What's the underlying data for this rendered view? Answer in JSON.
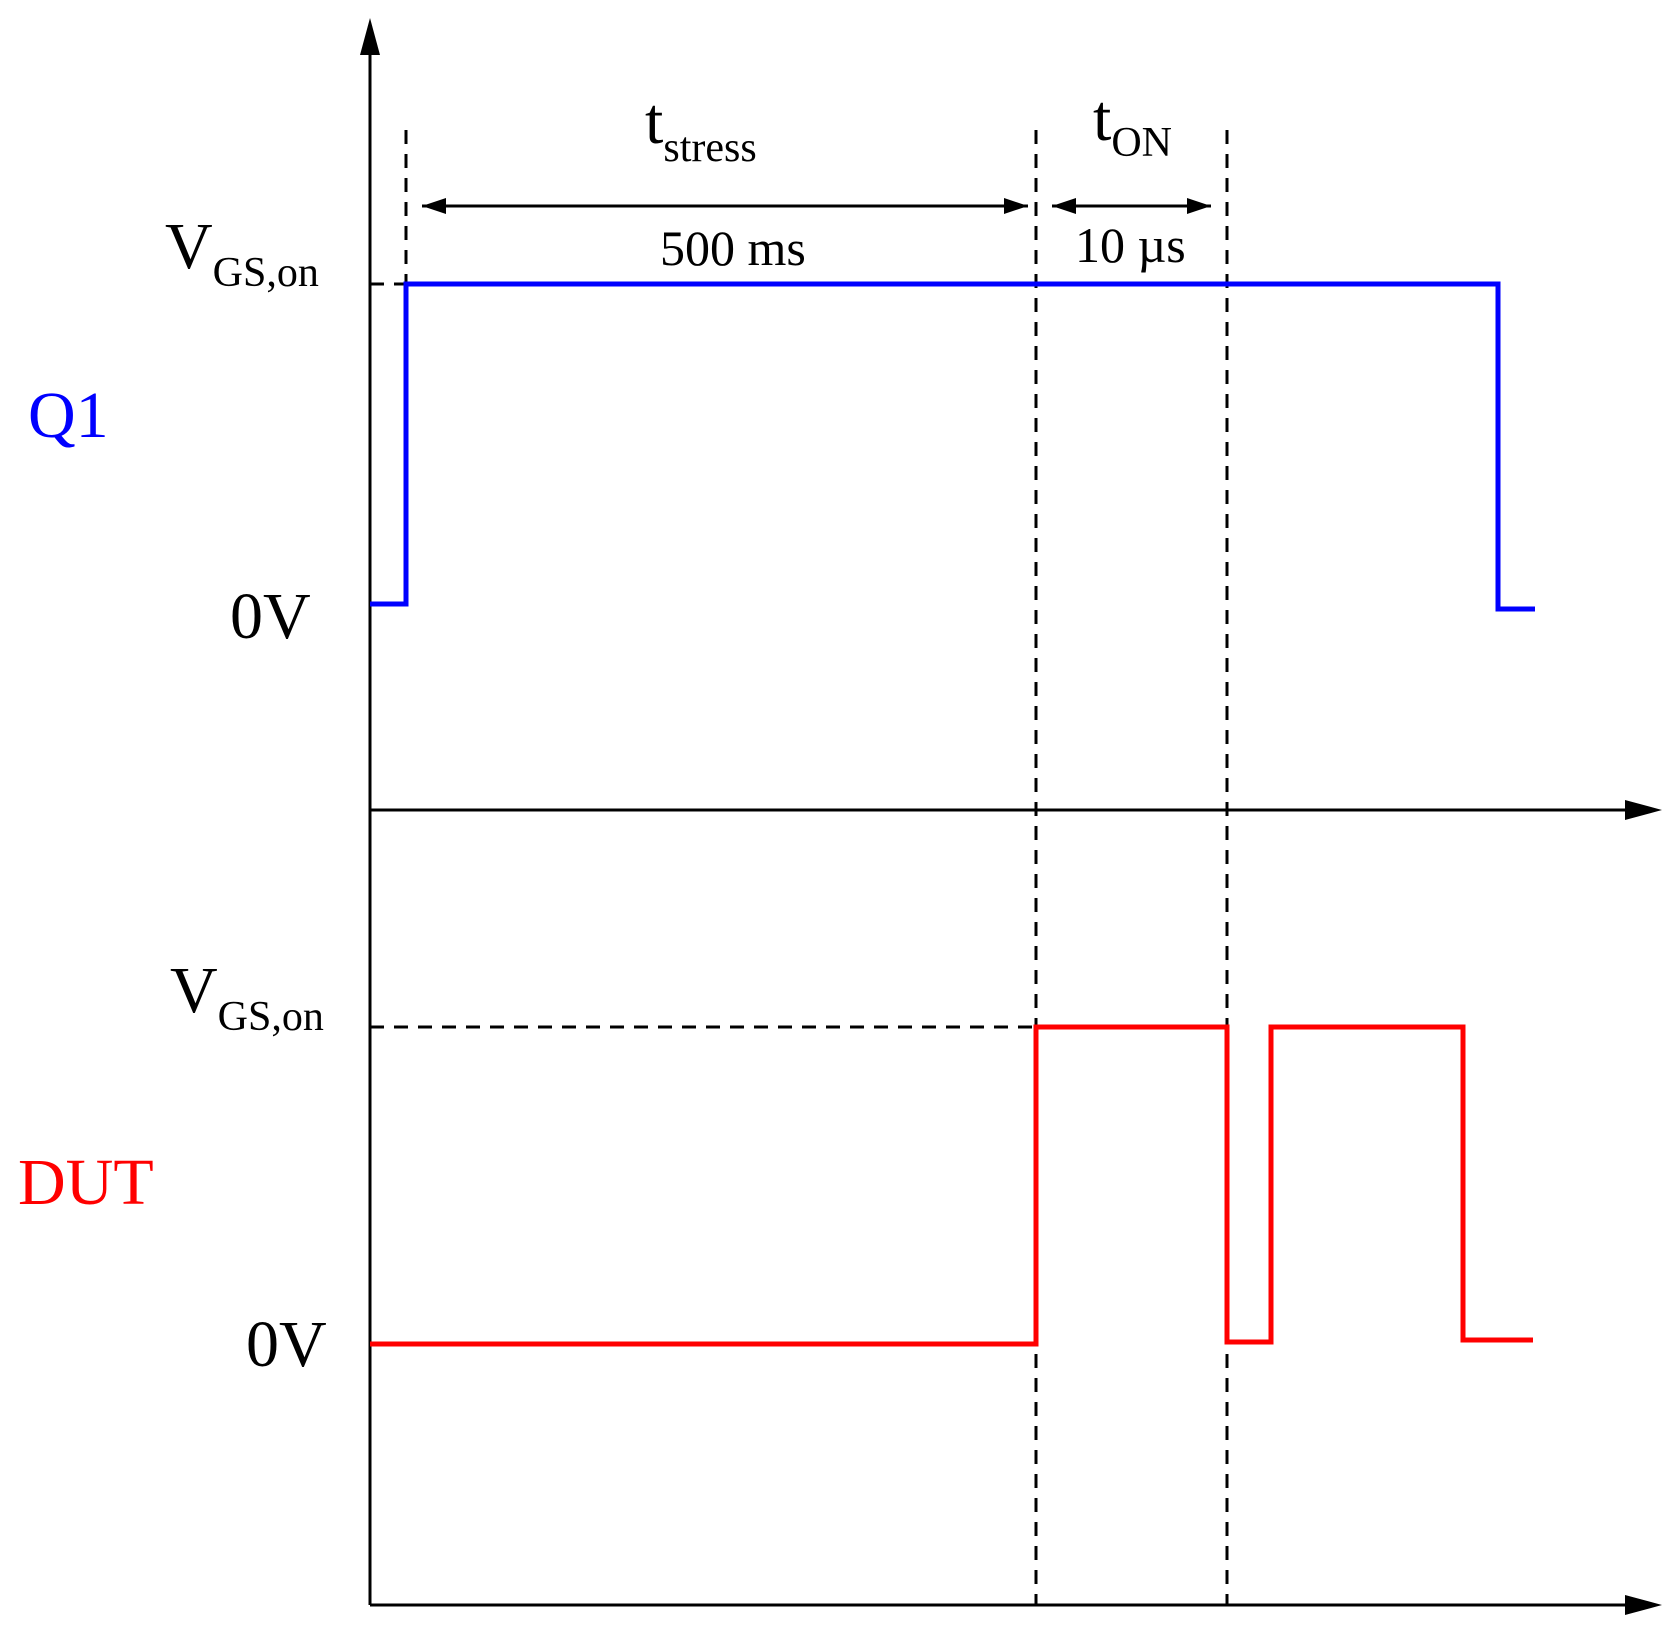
{
  "colors": {
    "q1": "#0000ff",
    "dut": "#ff0000",
    "axis": "#000000"
  },
  "signals": {
    "q1": {
      "name": "Q1",
      "high_label": "V",
      "high_sub": "GS,on",
      "low_label": "0V"
    },
    "dut": {
      "name": "DUT",
      "high_label": "V",
      "high_sub": "GS,on",
      "low_label": "0V"
    }
  },
  "intervals": {
    "stress": {
      "label_main": "t",
      "label_sub": "stress",
      "duration": "500 ms"
    },
    "on": {
      "label_main": "t",
      "label_sub": "ON",
      "duration": "10 µs"
    }
  }
}
